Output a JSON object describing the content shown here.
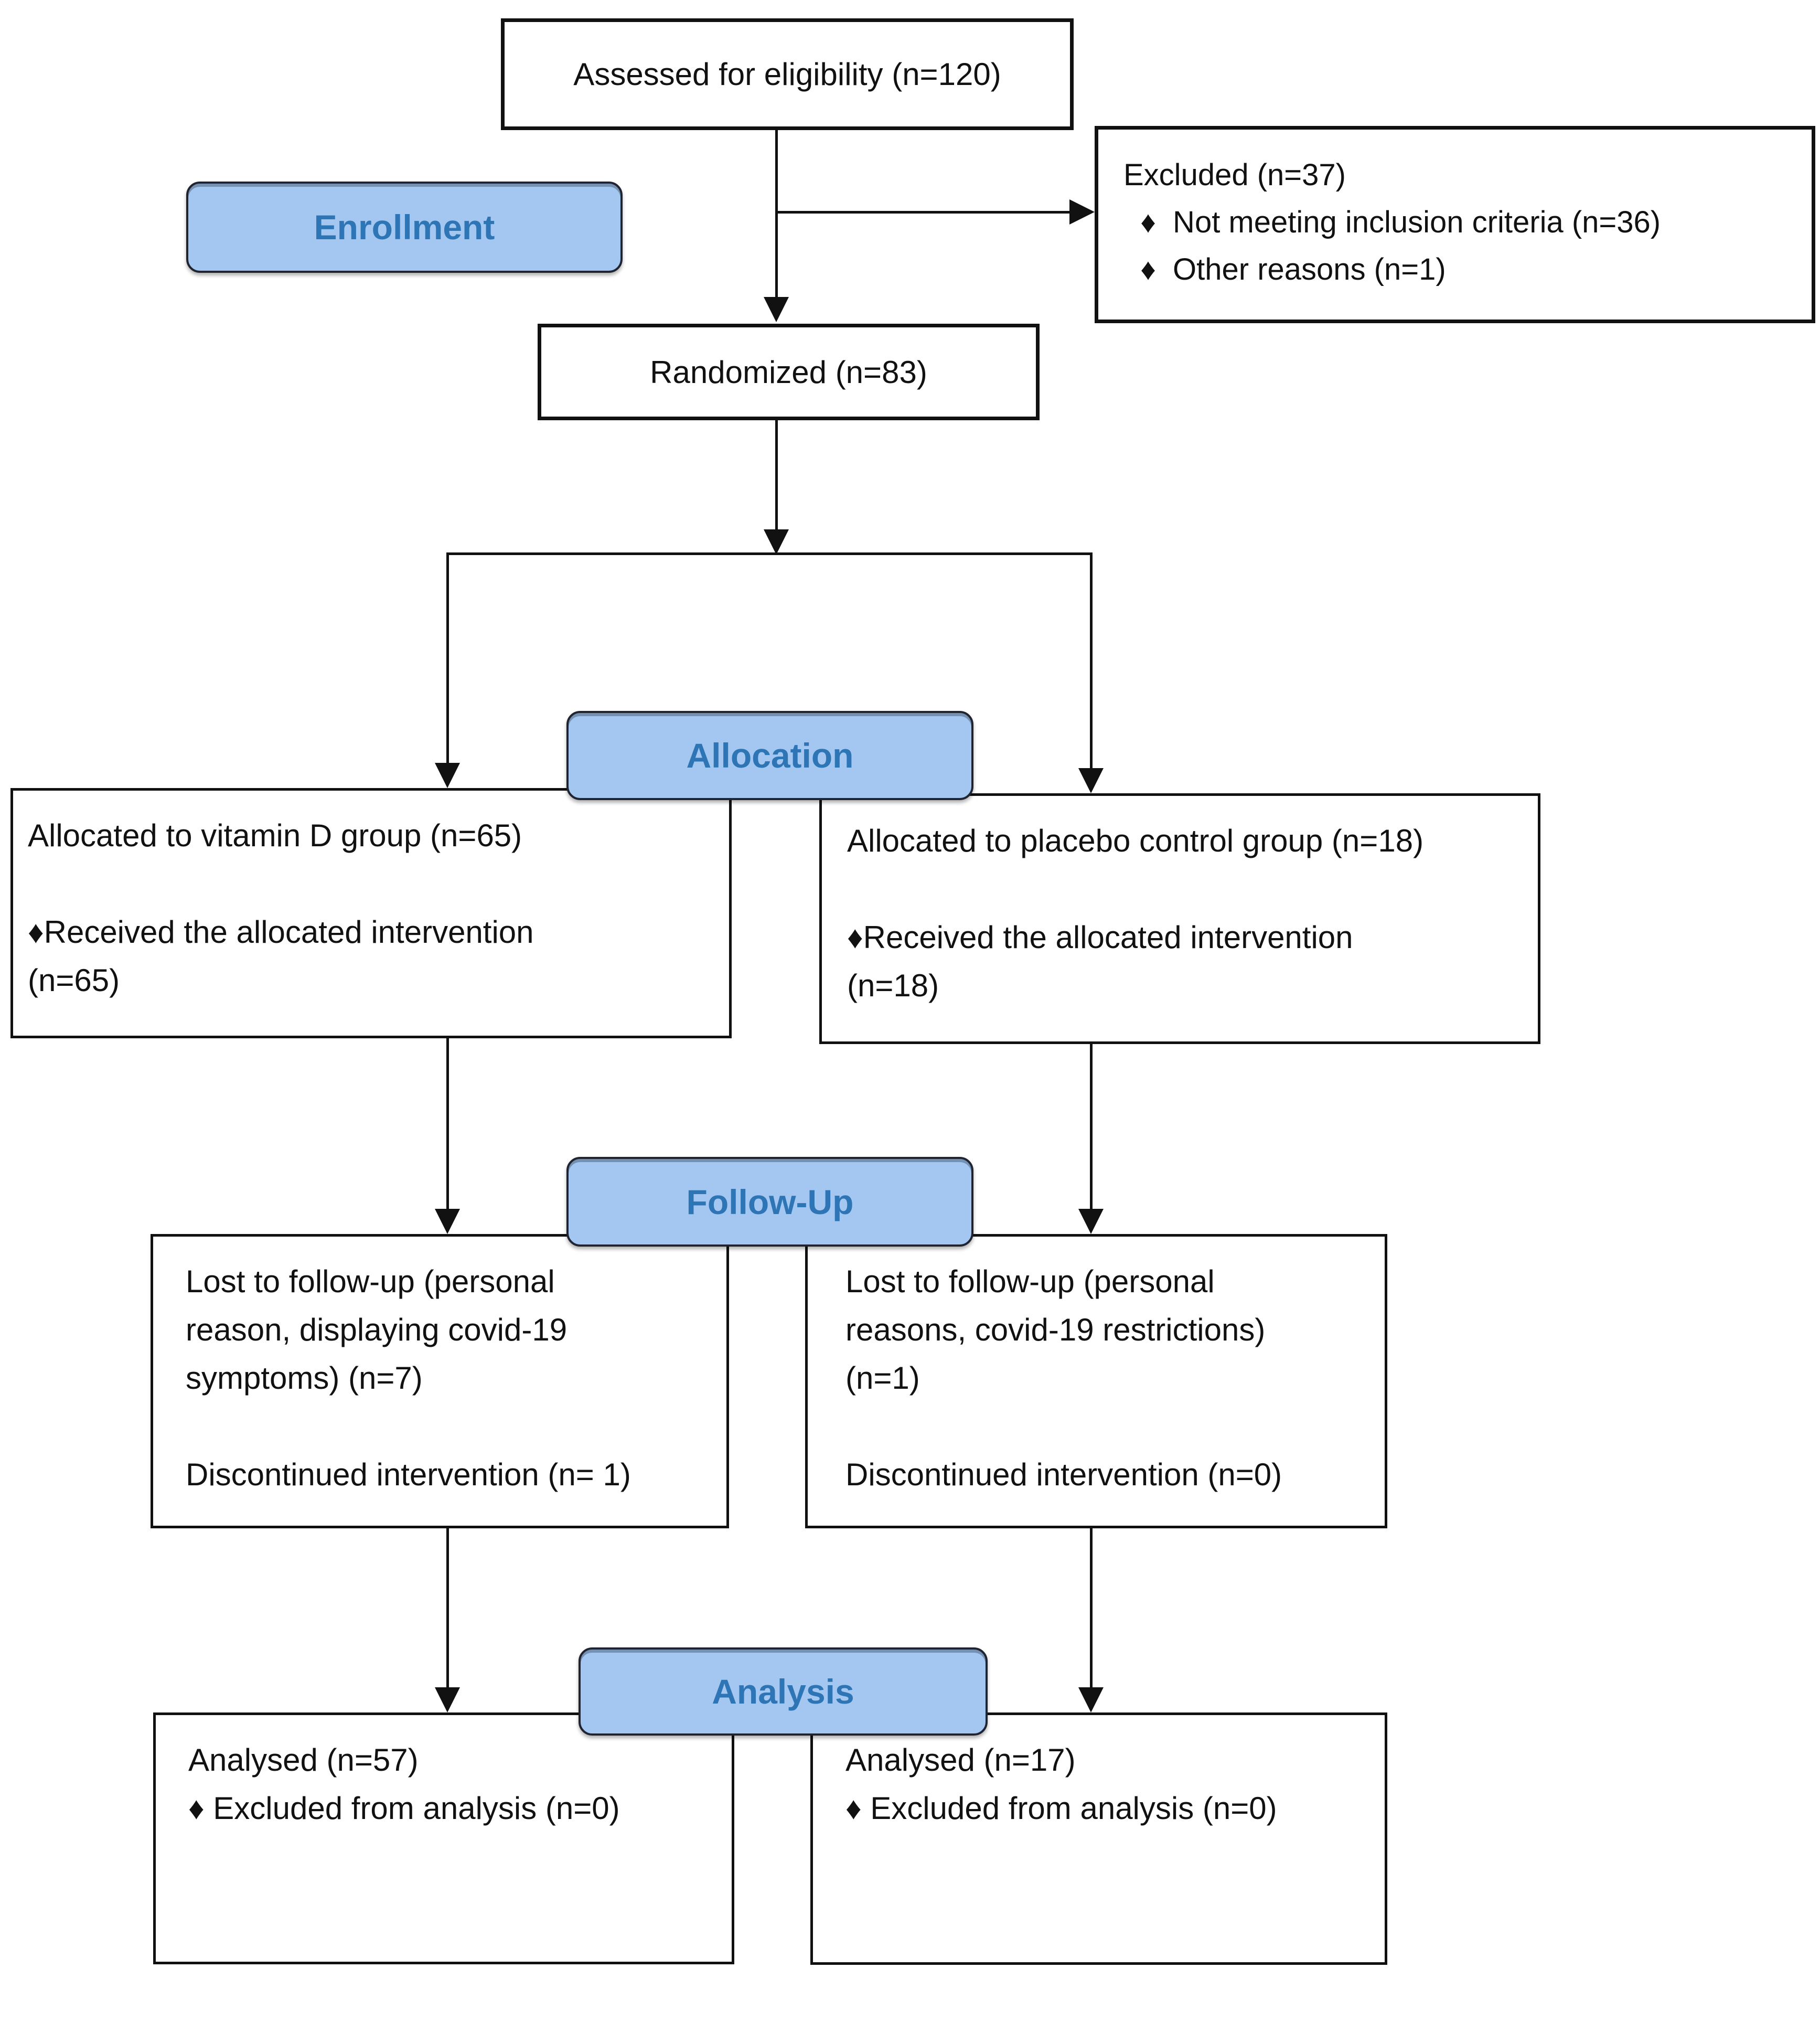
{
  "colors": {
    "label_fill": "#A3C7F0",
    "label_text": "#2E75B6",
    "label_border": "#1F2430",
    "box_border": "#111111",
    "line_color": "#111111"
  },
  "flow": {
    "assessed": {
      "text": "Assessed for eligibility (n=120)"
    },
    "excluded": {
      "lines": [
        "Excluded (n=37)",
        "  ♦  Not meeting inclusion criteria (n=36)",
        "  ♦  Other reasons (n=1)"
      ]
    },
    "randomized": {
      "text": "Randomized (n=83)"
    },
    "labels": {
      "enrollment": "Enrollment",
      "allocation": "Allocation",
      "followup": "Follow-Up",
      "analysis": "Analysis"
    },
    "alloc_left": {
      "lines": [
        "Allocated to vitamin D group (n=65)",
        "",
        "♦Received the allocated intervention",
        "(n=65)"
      ]
    },
    "alloc_right": {
      "lines": [
        "Allocated to placebo control group (n=18)",
        "",
        "♦Received the allocated intervention",
        "(n=18)"
      ]
    },
    "followup_left": {
      "lines": [
        "Lost to follow-up (personal",
        "reason, displaying covid-19",
        "symptoms) (n=7)",
        "",
        "Discontinued intervention (n= 1)"
      ]
    },
    "followup_right": {
      "lines": [
        "Lost to follow-up (personal",
        "reasons, covid-19 restrictions)",
        "(n=1)",
        "",
        "Discontinued intervention (n=0)"
      ]
    },
    "analysis_left": {
      "lines": [
        "Analysed (n=57)",
        "♦ Excluded from analysis (n=0)"
      ]
    },
    "analysis_right": {
      "lines": [
        "Analysed (n=17)",
        "♦ Excluded from analysis (n=0)"
      ]
    }
  }
}
